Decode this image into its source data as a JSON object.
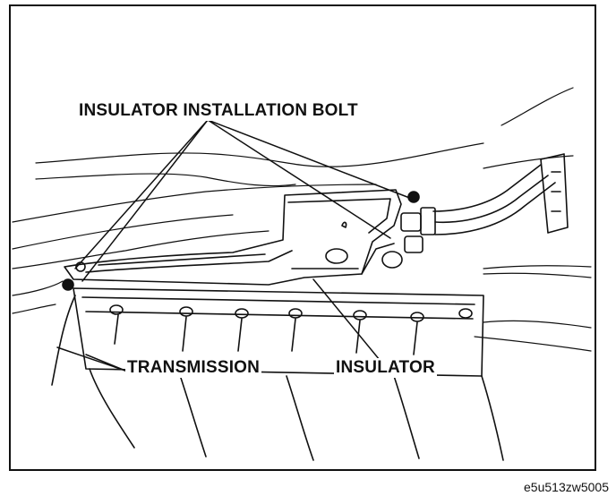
{
  "labels": {
    "insulator_installation_bolt": "INSULATOR INSTALLATION BOLT",
    "transmission": "TRANSMISSION",
    "insulator": "INSULATOR"
  },
  "figure_code": "e5u513zw5005"
}
